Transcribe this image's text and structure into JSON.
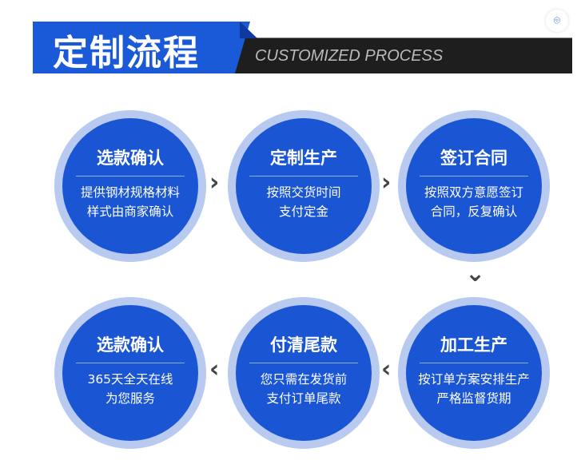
{
  "header": {
    "title": "定制流程",
    "subtitle": "CUSTOMIZED PROCESS"
  },
  "steps": [
    {
      "title": "选款确认",
      "lines": [
        "提供钢材规格材料",
        "样式由商家确认"
      ]
    },
    {
      "title": "定制生产",
      "lines": [
        "按照交货时间",
        "支付定金"
      ]
    },
    {
      "title": "签订合同",
      "lines": [
        "按照双方意愿签订",
        "合同，反复确认"
      ]
    },
    {
      "title": "加工生产",
      "lines": [
        "按订单方案安排生产",
        "严格监督货期"
      ]
    },
    {
      "title": "付清尾款",
      "lines": [
        "您只需在发货前",
        "支付订单尾款"
      ]
    },
    {
      "title": "选款确认",
      "lines": [
        "365天全天在线",
        "为您服务"
      ]
    }
  ],
  "arrows": {
    "right": "›",
    "down": "⌄",
    "left": "‹"
  },
  "colors": {
    "blue": "#1a55d4",
    "ring": "#b8caf0",
    "dark": "#1e1e1e"
  }
}
